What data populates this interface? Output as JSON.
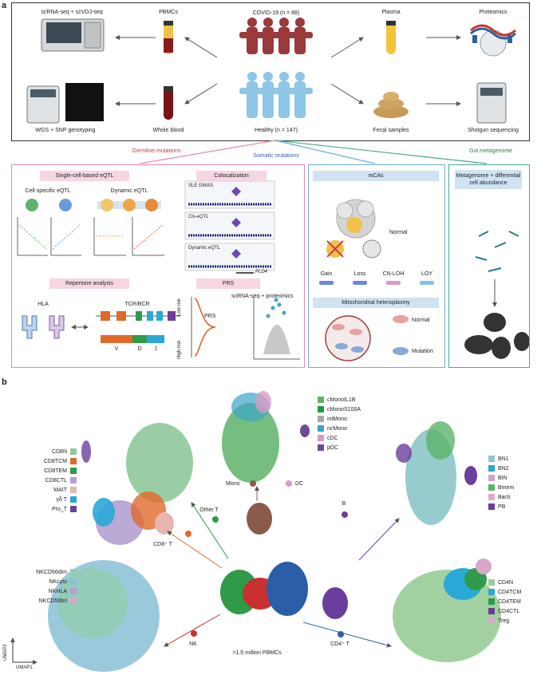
{
  "panel_a": {
    "letter": "a",
    "top_row": {
      "scrna_label": "scRNA-seq + scVDJ-seq",
      "pbmc_label": "PBMCs",
      "covid_label": "COVID-19 (n = 88)",
      "plasma_label": "Plasma",
      "proteomics_label": "Proteomics"
    },
    "bottom_row": {
      "wgs_label": "WGS + SNP genotyping",
      "blood_label": "Whole blood",
      "healthy_label": "Healthy (n = 147)",
      "fecal_label": "Fecal samples",
      "shotgun_label": "Shotgun sequencing"
    },
    "branches": {
      "germline": "Germline mutations",
      "somatic": "Somatic mutations",
      "gut": "Gut metagenome"
    },
    "germline_box": {
      "single_cell_title": "Single-cell-based eQTL",
      "cell_specific": "Cell-specific eQTL",
      "dynamic": "Dynamic eQTL",
      "colocalization_title": "Colocalization",
      "sle_gwas": "SLE GWAS",
      "cis_eqtl": "Cis-eQTL",
      "dynamic_eqtl": "Dynamic eQTL",
      "gene": "PLD4",
      "repertoire_title": "Repertoire analysis",
      "hla": "HLA",
      "tcr_bcr": "TCR/BCR",
      "v": "V",
      "d": "D",
      "j": "J",
      "prs_title": "PRS",
      "low_risk": "Low risk",
      "high_risk": "High risk",
      "prs": "PRS",
      "scrna_proteomics": "scRNA-seq + proteomics"
    },
    "somatic_box": {
      "mcas_title": "mCAs",
      "normal": "Normal",
      "gain": "Gain",
      "loss": "Loss",
      "cnloh": "CN-LOH",
      "loy": "LOY",
      "mito_title": "Mitochondrial heteroplasmy",
      "mito_normal": "Normal",
      "mutation": "Mutation"
    },
    "gut_box": {
      "title": "Metagenome + differential cell abundance"
    }
  },
  "panel_b": {
    "letter": "b",
    "center_label": ">1.5 million PBMCs",
    "axis_y": "UMAP2",
    "axis_x": "UMAP1",
    "branch_labels": {
      "mono": "Mono",
      "dc": "DC",
      "other_t": "Other T",
      "cd8t": "CD8⁺ T",
      "b": "B",
      "nk": "NK",
      "cd4t": "CD4⁺ T"
    },
    "legends": {
      "mono_dc": [
        {
          "label": "cMonoIL1B",
          "color": "#5db36a"
        },
        {
          "label": "cMonoS100A",
          "color": "#1f9a48"
        },
        {
          "label": "intMono",
          "color": "#a8a8a8"
        },
        {
          "label": "ncMono",
          "color": "#3aa5c8"
        },
        {
          "label": "cDC",
          "color": "#d79bc3"
        },
        {
          "label": "pDC",
          "color": "#6a4a9a"
        }
      ],
      "cd8": [
        {
          "label": "CD8N",
          "color": "#8fc89a"
        },
        {
          "label": "CD8TCM",
          "color": "#e06a2a"
        },
        {
          "label": "CD8TEM",
          "color": "#2f9a4a"
        },
        {
          "label": "CD8CTL",
          "color": "#b4a0d2"
        },
        {
          "label": "MAIT",
          "color": "#e8b6b0"
        },
        {
          "label": "γδ T",
          "color": "#2aa8d6"
        },
        {
          "label": "Pro_T",
          "color": "#6a3e9a"
        }
      ],
      "b": [
        {
          "label": "BN1",
          "color": "#8dc5c8"
        },
        {
          "label": "BN2",
          "color": "#2aa8d6"
        },
        {
          "label": "BIN",
          "color": "#d8a0c6"
        },
        {
          "label": "Bmem",
          "color": "#5db36a"
        },
        {
          "label": "Bacti",
          "color": "#e6a8c2"
        },
        {
          "label": "PB",
          "color": "#6a3e9a"
        }
      ],
      "nk": [
        {
          "label": "NKCD56dim",
          "color": "#94ccb4"
        },
        {
          "label": "NKcyto",
          "color": "#8ac0d6"
        },
        {
          "label": "NKHLA",
          "color": "#b4a0d2"
        },
        {
          "label": "NKCD56bri",
          "color": "#d8a8c8"
        }
      ],
      "cd4": [
        {
          "label": "CD4N",
          "color": "#9ccf9c"
        },
        {
          "label": "CD4TCM",
          "color": "#2aa8d6"
        },
        {
          "label": "CD4TEM",
          "color": "#2f9a4a"
        },
        {
          "label": "CD4CTL",
          "color": "#6a3e9a"
        },
        {
          "label": "Treg",
          "color": "#d8a8c8"
        }
      ]
    }
  }
}
